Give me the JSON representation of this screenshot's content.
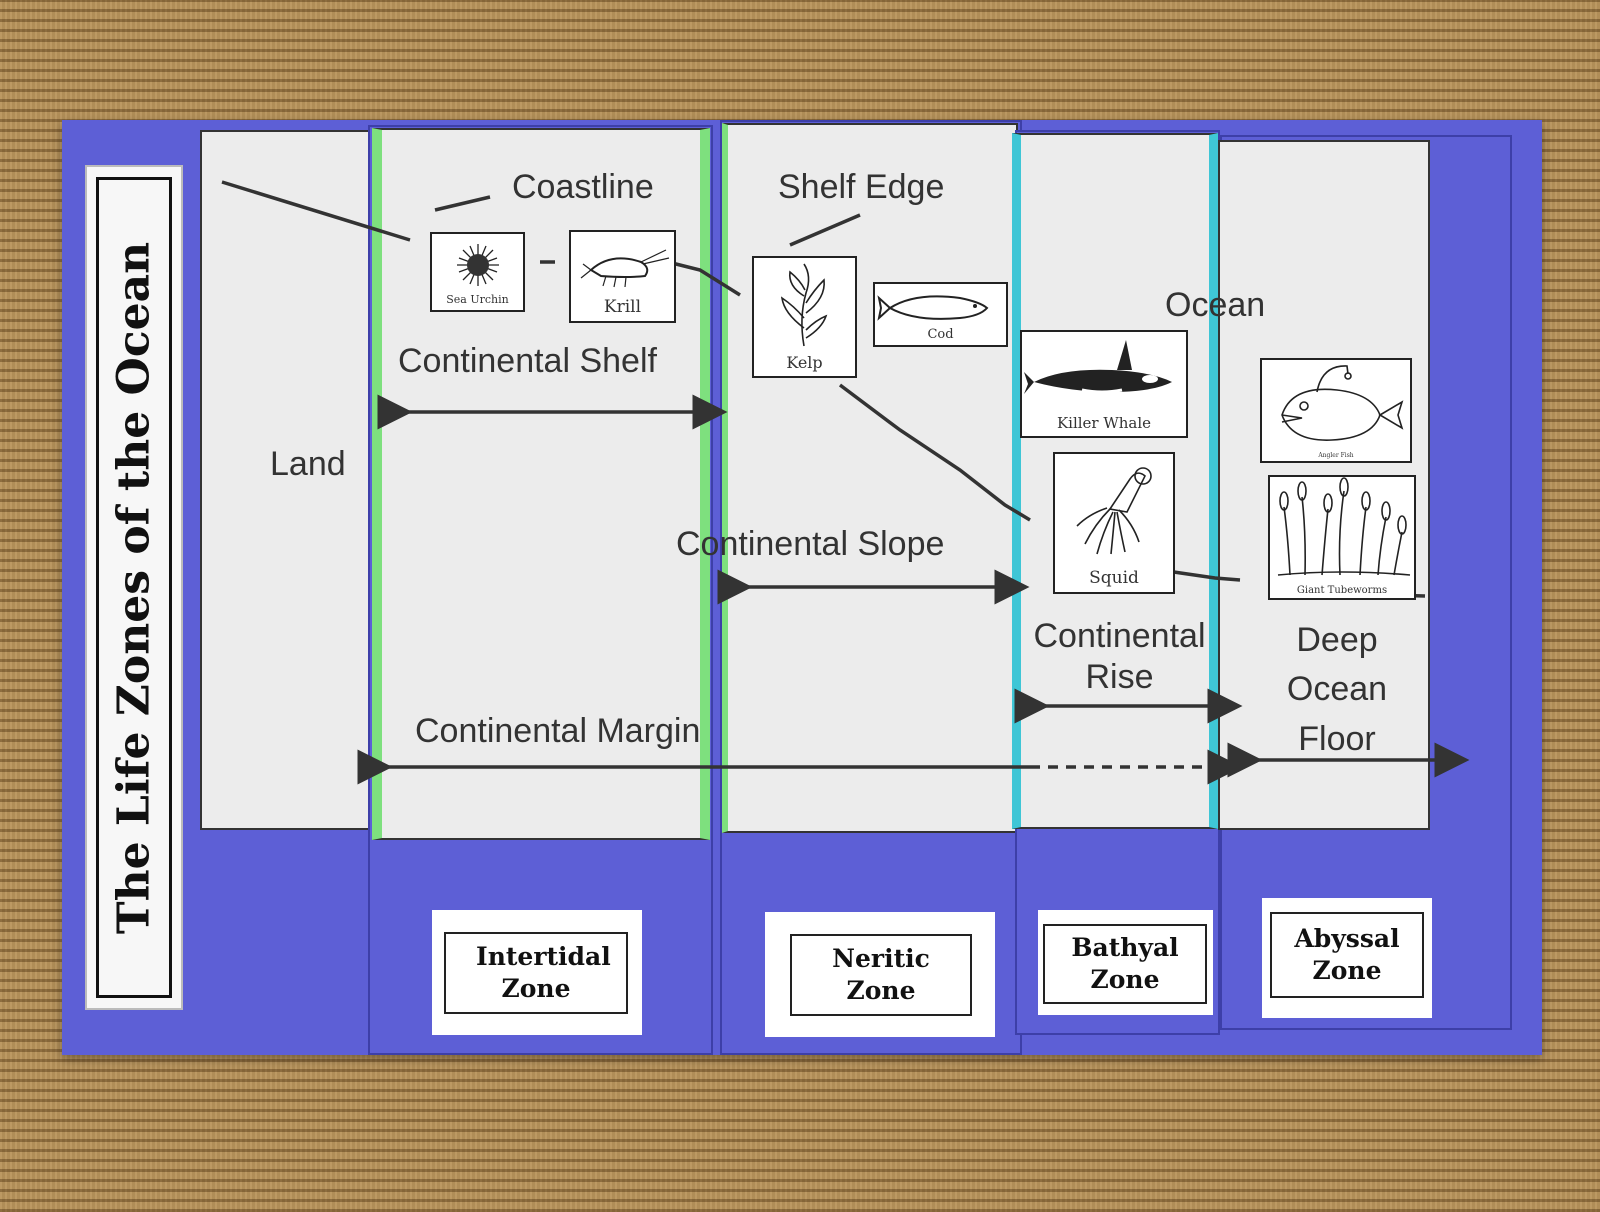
{
  "title": "The Life Zones of the Ocean",
  "diagram_labels": {
    "coastline": "Coastline",
    "shelf_edge": "Shelf Edge",
    "ocean": "Ocean",
    "land": "Land",
    "continental_shelf": "Continental Shelf",
    "continental_slope": "Continental Slope",
    "continental_rise": "Continental Rise",
    "continental_margin": "Continental Margin",
    "deep_ocean_floor": "Deep Ocean Floor"
  },
  "organisms": [
    {
      "name": "Sea Urchin",
      "icon": "sea-urchin-icon"
    },
    {
      "name": "Krill",
      "icon": "krill-icon"
    },
    {
      "name": "Kelp",
      "icon": "kelp-icon"
    },
    {
      "name": "Cod",
      "icon": "cod-icon"
    },
    {
      "name": "Killer Whale",
      "icon": "killer-whale-icon"
    },
    {
      "name": "Squid",
      "icon": "squid-icon"
    },
    {
      "name": "Angler Fish",
      "icon": "angler-fish-icon"
    },
    {
      "name": "Giant Tubeworms",
      "icon": "tubeworms-icon"
    }
  ],
  "zones": [
    {
      "name": "Intertidal Zone"
    },
    {
      "name": "Neritic Zone"
    },
    {
      "name": "Bathyal Zone"
    },
    {
      "name": "Abyssal Zone"
    }
  ],
  "colors": {
    "board_blue": "#5d5fd6",
    "paper": "#ececec",
    "intertidal_border": "#7ee07e",
    "bathyal_border": "#3fc6d6",
    "carpet": "#b08a52"
  }
}
